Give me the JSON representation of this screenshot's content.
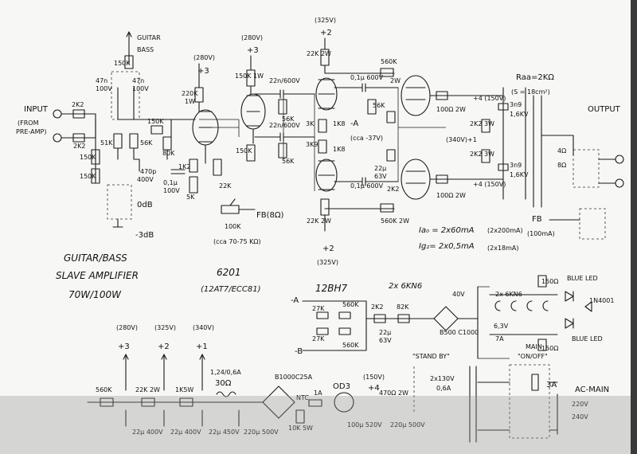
{
  "labels": {
    "input": "INPUT",
    "input_from": "(FROM",
    "input_preamp": "PRE-AMP)",
    "guitar": "GUITAR",
    "bass": "BASS",
    "output": "OUTPUT",
    "raa": "Raa=2KΩ",
    "s_core": "(S = 18cm²)",
    "ia0": "Ia₀ = 2x60mA",
    "ia0_note": "(2x200mA)",
    "ia0_note2": "(100mA)",
    "ig2": "Ig₂= 2x0,5mA",
    "ig2_note": "(2x18mA)",
    "title1": "GUITAR/BASS",
    "title2": "SLAVE AMPLIFIER",
    "title3": "70W/100W",
    "tube1": "6201",
    "tube1_alt": "(12AT7/ECC81)",
    "tube2": "12BH7",
    "tube3": "2x 6KN6",
    "zero_db": "0dB",
    "minus3db": "-3dB",
    "fb8": "FB(8Ω)",
    "fb": "FB",
    "cca": "(cca 70-75 KΩ)",
    "cca37": "(cca -37V)",
    "standby": "\"STAND BY\"",
    "on_off": "\"ON/OFF\"",
    "main": "MAIN",
    "ac_main": "AC-MAIN",
    "v220": "220V",
    "v240": "240V",
    "blue_led1": "BLUE LED",
    "blue_led2": "BLUE LED",
    "v40": "40V",
    "v63": "6,3V",
    "a7": "7A",
    "n4001": "1N4001",
    "fuse3a": "3A",
    "fuse1a": "1A",
    "b1000": "B1000C25A",
    "od3": "OD3",
    "ntc": "NTC",
    "res30": "30Ω",
    "res124": "1,24/0,6A",
    "xfmr130": "2x130V",
    "xfmr06": "0,6A"
  },
  "rails": {
    "v280": "(280V)",
    "v280b": "(280V)",
    "v325": "(325V)",
    "v325b": "(325V)",
    "v340": "(340V)",
    "v150a": "+4 (150V)",
    "v150b": "+4 (150V)",
    "v340b": "(340V)+1",
    "plus3": "+3",
    "plus2": "+2",
    "plus1": "+1",
    "plus4": "+4",
    "minusA": "-A",
    "minusB": "-B",
    "s280": "(280V)",
    "s325": "(325V)",
    "s340": "(340V)",
    "s150": "(150V)"
  },
  "components": {
    "r150k": "150K",
    "c47n": "47n",
    "c100v": "100V",
    "r2k2a": "2K2",
    "r2k2b": "2K2",
    "r150k2": "150K",
    "r150k3": "150K",
    "r51k": "51K",
    "r56k": "56K",
    "c470p": "470p",
    "c400v": "400V",
    "r150k4": "150K",
    "r80k": "80K",
    "r220k": "220K",
    "r1w": "1W",
    "r150k5": "150K 1W",
    "r22n": "22n/600V",
    "r56k2": "56K",
    "r22n2": "22n/600V",
    "r150k6": "150K",
    "r1k2": "1K2",
    "c01u": "0,1μ",
    "c100v2": "100V",
    "r5k": "5K",
    "r22k": "22K",
    "r100k": "100K",
    "r22k2w": "22K 2W",
    "r560k": "560K",
    "r2w": "2W",
    "c01u600": "0,1μ 600V",
    "r56k3": "56K",
    "r3k": "3K",
    "r1k8": "1K8",
    "r3k9": "3K9",
    "r100": "100Ω 2W",
    "c3n9": "3n9",
    "c16kv": "1,6KV",
    "r2k2_3w": "2K2 3W",
    "r4": "4Ω",
    "r8": "8Ω",
    "r560k2": "560K 2W",
    "r22k2": "22K 2W",
    "r5k2": "560K",
    "r82k": "82K",
    "r27k": "27K",
    "c22u": "22μ",
    "c63v": "63V",
    "r150": "150Ω",
    "r560": "560K",
    "r22k2w2": "22K 2W",
    "r1k5w": "1K5W",
    "r470": "470Ω 2W",
    "c100u": "100μ 520V",
    "c220u": "220μ 500V",
    "c22u450": "22μ 450V",
    "c22u400": "22μ 400V",
    "r10k": "10K 5W",
    "r3k9b": "3K9",
    "b500": "B500 C1000"
  }
}
